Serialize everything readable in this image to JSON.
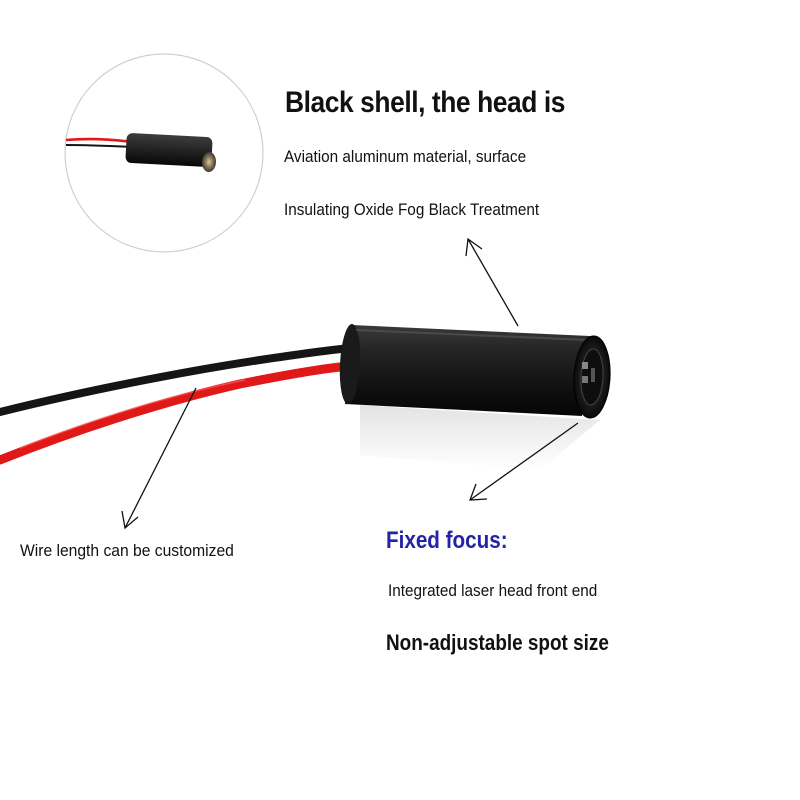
{
  "annotations": {
    "shell_title": "Black shell, the head is",
    "shell_material": "Aviation aluminum material, surface",
    "shell_treatment": "Insulating Oxide Fog Black Treatment",
    "wire_note": "Wire length can be customized",
    "focus_heading": "Fixed focus:",
    "focus_detail_1": "Integrated laser head front end",
    "focus_detail_2": "Non-adjustable spot size"
  },
  "colors": {
    "focus_heading": "#2323a8",
    "wire_red": "#e01818",
    "wire_black": "#151515",
    "module_body": "#1c1c1c"
  }
}
